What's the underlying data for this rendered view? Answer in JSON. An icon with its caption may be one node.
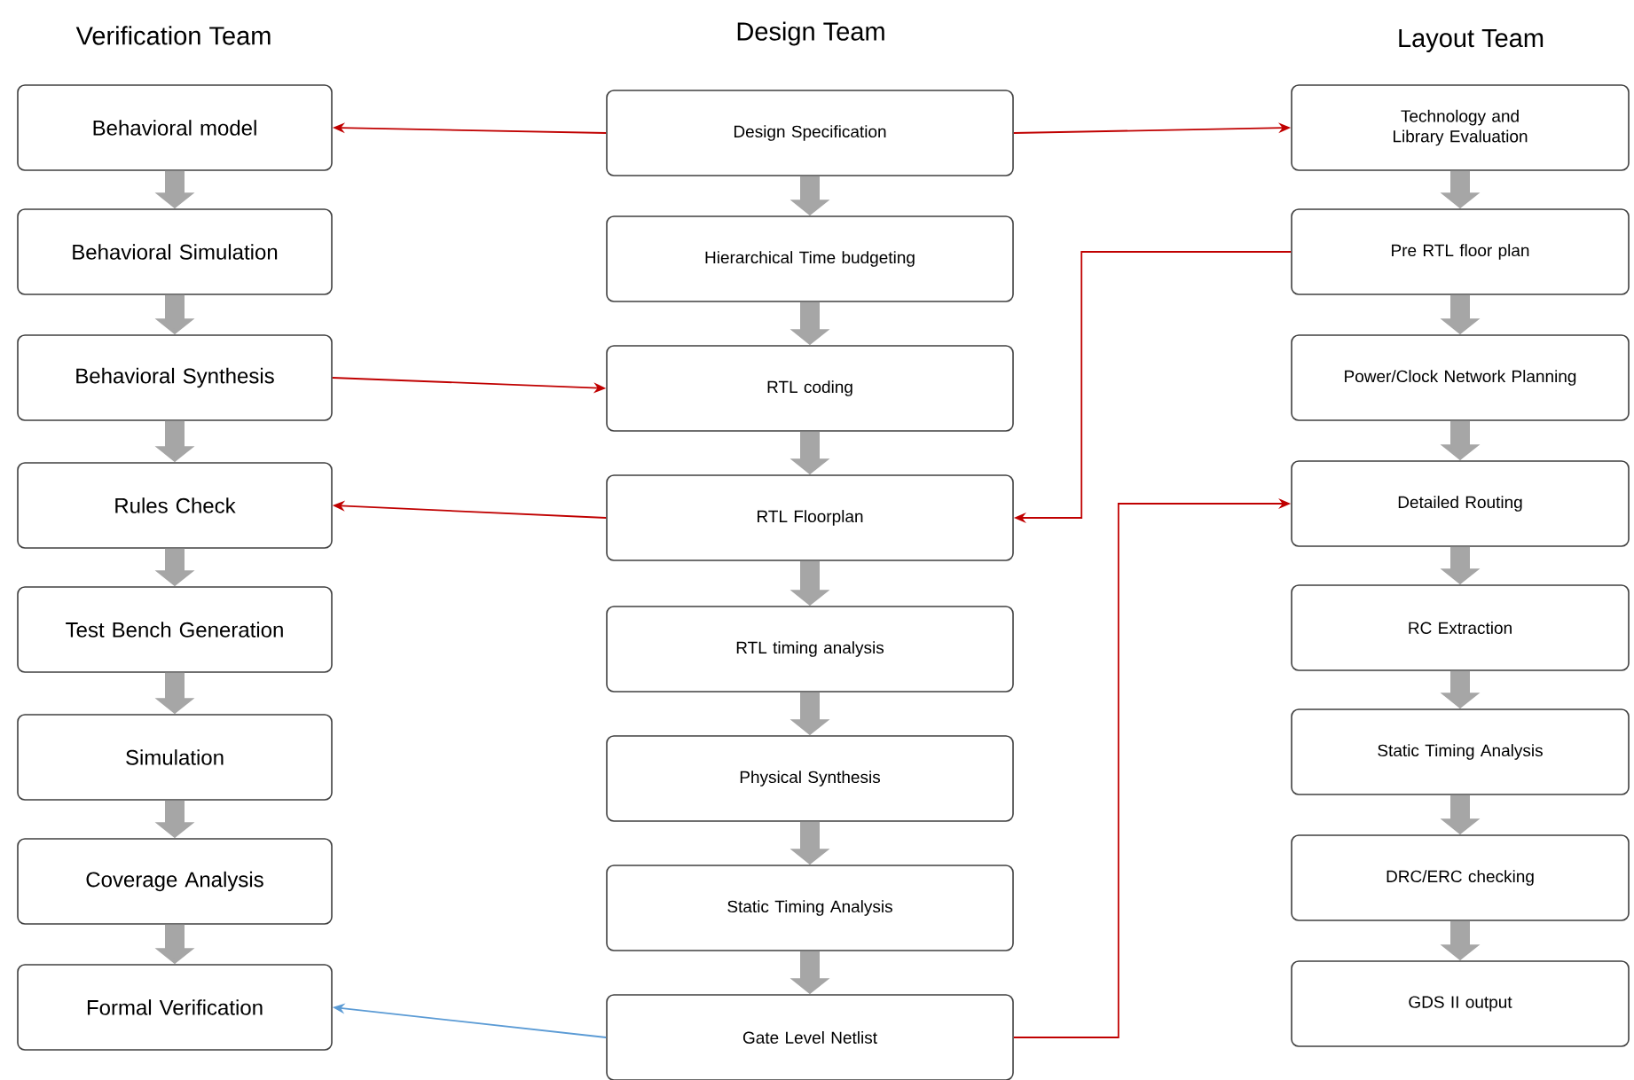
{
  "diagram": {
    "nodes": [
      {
        "text": [
          "Behavioral model"
        ]
      },
      {
        "text": [
          "Behavioral Simulation"
        ]
      },
      {
        "text": [
          "Behavioral Synthesis"
        ]
      },
      {
        "text": [
          "Rules Check"
        ]
      },
      {
        "text": [
          "Test Bench Generation"
        ]
      },
      {
        "text": [
          "Simulation"
        ]
      },
      {
        "text": [
          "Coverage Analysis"
        ]
      },
      {
        "text": [
          "Formal Verification"
        ]
      },
      {
        "text": [
          "Design Specification"
        ]
      },
      {
        "text": [
          "Hierarchical Time budgeting"
        ]
      },
      {
        "text": [
          "RTL coding"
        ]
      },
      {
        "text": [
          "RTL Floorplan"
        ]
      },
      {
        "text": [
          "RTL timing analysis"
        ]
      },
      {
        "text": [
          "Physical Synthesis"
        ]
      },
      {
        "text": [
          "Static Timing Analysis"
        ]
      },
      {
        "text": [
          "Gate Level Netlist"
        ]
      },
      {
        "text": [
          "Technology and Library Evaluation"
        ]
      },
      {
        "text": [
          "Pre RTL floor plan"
        ]
      },
      {
        "text": [
          "Power/Clock Network Planning"
        ]
      },
      {
        "text": [
          "Detailed Routing"
        ]
      },
      {
        "text": [
          "RC Extraction"
        ]
      },
      {
        "text": [
          "Static Timing Analysis"
        ]
      },
      {
        "text": [
          "DRC/ERC checking"
        ]
      },
      {
        "text": [
          "GDS II output"
        ]
      }
    ],
    "edges": [
      {
        "from": 0,
        "to": 1,
        "arrow": "to"
      },
      {
        "from": 1,
        "to": 2,
        "arrow": "to"
      },
      {
        "from": 2,
        "to": 3,
        "arrow": "to"
      },
      {
        "from": 3,
        "to": 4,
        "arrow": "to"
      },
      {
        "from": 4,
        "to": 5,
        "arrow": "to"
      },
      {
        "from": 5,
        "to": 6,
        "arrow": "to"
      },
      {
        "from": 6,
        "to": 7,
        "arrow": "to"
      },
      {
        "from": 8,
        "to": 9,
        "arrow": "to"
      },
      {
        "from": 9,
        "to": 10,
        "arrow": "to"
      },
      {
        "from": 10,
        "to": 11,
        "arrow": "to"
      },
      {
        "from": 11,
        "to": 12,
        "arrow": "to"
      },
      {
        "from": 12,
        "to": 13,
        "arrow": "to"
      },
      {
        "from": 13,
        "to": 14,
        "arrow": "to"
      },
      {
        "from": 14,
        "to": 15,
        "arrow": "to"
      },
      {
        "from": 16,
        "to": 17,
        "arrow": "to"
      },
      {
        "from": 17,
        "to": 18,
        "arrow": "to"
      },
      {
        "from": 18,
        "to": 19,
        "arrow": "to"
      },
      {
        "from": 19,
        "to": 20,
        "arrow": "to"
      },
      {
        "from": 20,
        "to": 21,
        "arrow": "to"
      },
      {
        "from": 21,
        "to": 22,
        "arrow": "to"
      },
      {
        "from": 22,
        "to": 23,
        "arrow": "to"
      },
      {
        "from": 8,
        "to": 0,
        "arrow": "to",
        "color": "#c00000"
      },
      {
        "from": 8,
        "to": 16,
        "arrow": "to",
        "color": "#c00000"
      },
      {
        "from": 2,
        "to": 10,
        "arrow": "to",
        "color": "#c00000"
      },
      {
        "from": 11,
        "to": 3,
        "arrow": "to",
        "color": "#c00000"
      },
      {
        "from": 17,
        "to": 11,
        "arrow": "to",
        "color": "#c00000"
      },
      {
        "from": 15,
        "to": 19,
        "arrow": "to",
        "color": "#c00000"
      },
      {
        "from": 15,
        "to": 7,
        "arrow": "to",
        "color": "#5b9bd5"
      }
    ],
    "labels": [
      "Verification Team",
      "Design Team",
      "Layout Team"
    ]
  }
}
